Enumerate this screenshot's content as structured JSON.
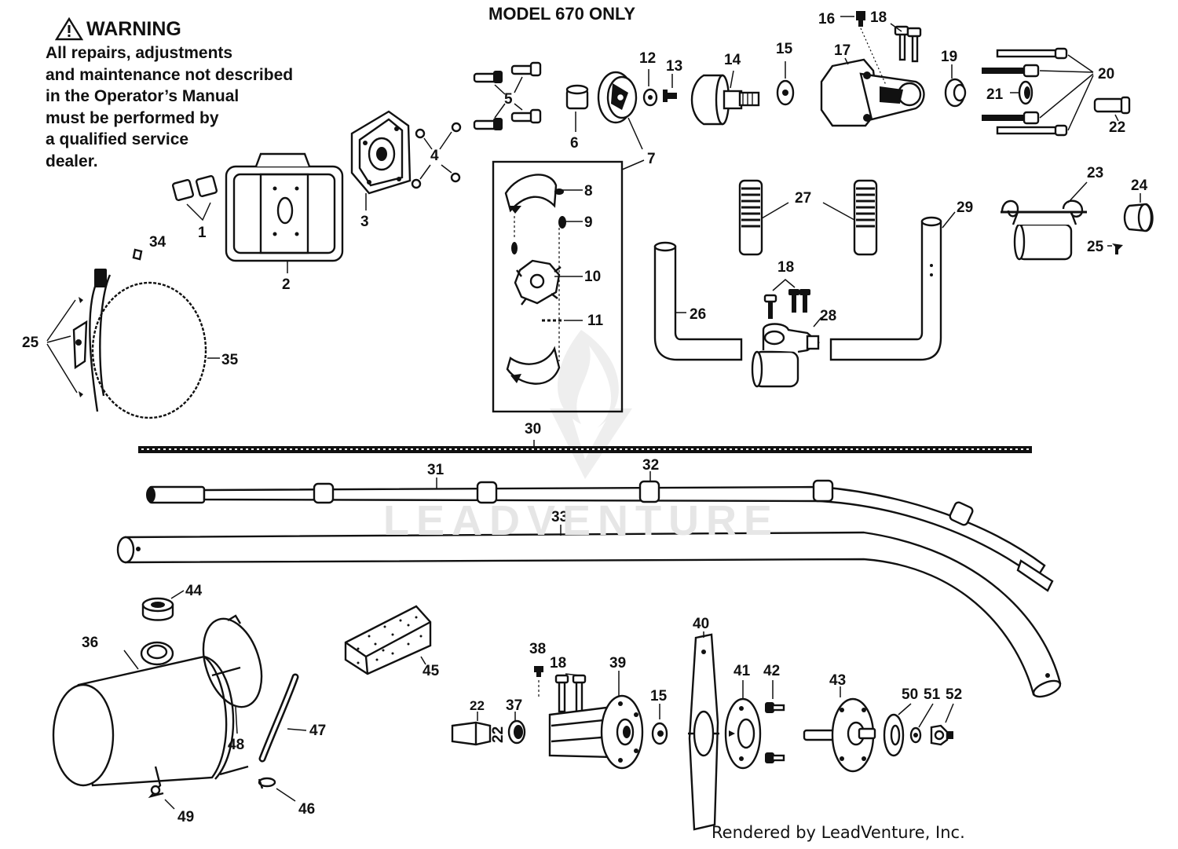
{
  "warning": {
    "title": "WARNING",
    "lines": [
      "All repairs, adjustments",
      "and maintenance not described",
      "in the Operator’s Manual",
      "must be performed by",
      "a qualified service",
      "dealer."
    ]
  },
  "model_title": "MODEL 670 ONLY",
  "watermark": "LEADVENTURE",
  "footer": "Rendered by LeadVenture, Inc.",
  "icons": [
    "warning-triangle-icon",
    "leadventure-flame-logo"
  ],
  "callouts": [
    {
      "n": "1"
    },
    {
      "n": "2"
    },
    {
      "n": "3"
    },
    {
      "n": "4"
    },
    {
      "n": "5"
    },
    {
      "n": "6"
    },
    {
      "n": "7"
    },
    {
      "n": "7"
    },
    {
      "n": "8"
    },
    {
      "n": "9"
    },
    {
      "n": "10"
    },
    {
      "n": "11"
    },
    {
      "n": "12"
    },
    {
      "n": "13"
    },
    {
      "n": "14"
    },
    {
      "n": "15"
    },
    {
      "n": "16"
    },
    {
      "n": "17"
    },
    {
      "n": "18"
    },
    {
      "n": "19"
    },
    {
      "n": "20"
    },
    {
      "n": "21"
    },
    {
      "n": "22"
    },
    {
      "n": "23"
    },
    {
      "n": "24"
    },
    {
      "n": "25"
    },
    {
      "n": "26"
    },
    {
      "n": "27"
    },
    {
      "n": "18"
    },
    {
      "n": "28"
    },
    {
      "n": "29"
    },
    {
      "n": "34"
    },
    {
      "n": "25"
    },
    {
      "n": "35"
    },
    {
      "n": "30"
    },
    {
      "n": "31"
    },
    {
      "n": "32"
    },
    {
      "n": "33"
    },
    {
      "n": "44"
    },
    {
      "n": "36"
    },
    {
      "n": "45"
    },
    {
      "n": "48"
    },
    {
      "n": "47"
    },
    {
      "n": "49"
    },
    {
      "n": "46"
    },
    {
      "n": "38"
    },
    {
      "n": "18"
    },
    {
      "n": "39"
    },
    {
      "n": "40"
    },
    {
      "n": "41"
    },
    {
      "n": "42"
    },
    {
      "n": "43"
    },
    {
      "n": "22"
    },
    {
      "n": "37"
    },
    {
      "n": "22"
    },
    {
      "n": "15"
    },
    {
      "n": "50"
    },
    {
      "n": "51"
    },
    {
      "n": "52"
    }
  ]
}
